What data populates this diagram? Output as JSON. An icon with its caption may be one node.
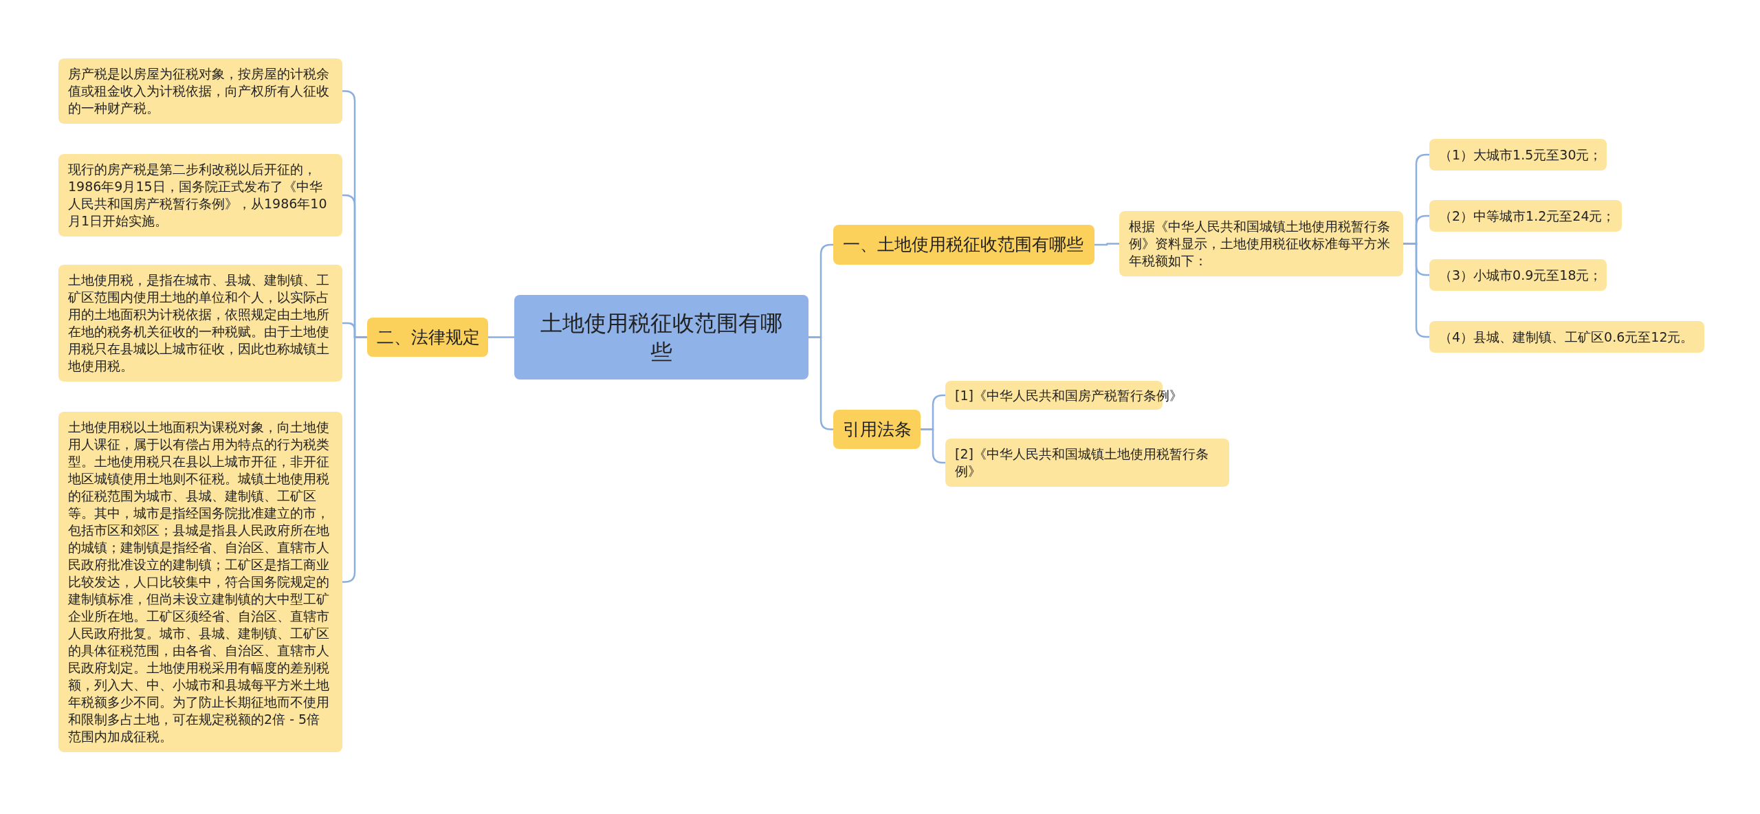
{
  "diagram": {
    "nodes": [
      {
        "text": [
          "土地使用税征收范围有哪些"
        ]
      },
      {
        "text": [
          "二、法律规定"
        ]
      },
      {
        "text": [
          "房产税是以房屋为征税对象，按房屋的计税余值或租金收入为计税依据，向产权所有人征收的一种财产税。"
        ]
      },
      {
        "text": [
          "现行的房产税是第二步利改税以后开征的，1986年9月15日，国务院正式发布了《中华人民共和国房产税暂行条例》，从1986年10月1日开始实施。"
        ]
      },
      {
        "text": [
          "土地使用税，是指在城市、县城、建制镇、工矿区范围内使用土地的单位和个人，以实际占用的土地面积为计税依据，依照规定由土地所在地的税务机关征收的一种税赋。由于土地使用税只在县城以上城市征收，因此也称城镇土地使用税。"
        ]
      },
      {
        "text": [
          "土地使用税以土地面积为课税对象，向土地使用人课征，属于以有偿占用为特点的行为税类型。土地使用税只在县以上城市开征，非开征地区城镇使用土地则不征税。城镇土地使用税的征税范围为城市、县城、建制镇、工矿区等。其中，城市是指经国务院批准建立的市，包括市区和郊区；县城是指县人民政府所在地的城镇；建制镇是指经省、自治区、直辖市人民政府批准设立的建制镇；工矿区是指工商业比较发达，人口比较集中，符合国务院规定的建制镇标准，但尚未设立建制镇的大中型工矿企业所在地。工矿区须经省、自治区、直辖市人民政府批复。城市、县城、建制镇、工矿区的具体征税范围，由各省、自治区、直辖市人民政府划定。土地使用税采用有幅度的差别税额，列入大、中、小城市和县城每平方米土地年税额多少不同。为了防止长期征地而不使用和限制多占土地，可在规定税额的2倍 - 5倍范围内加成征税。"
        ]
      },
      {
        "text": [
          "一、土地使用税征收范围有哪些"
        ]
      },
      {
        "text": [
          "根据《中华人民共和国城镇土地使用税暂行条例》资料显示，土地使用税征收标准每平方米年税额如下："
        ]
      },
      {
        "text": [
          "（1）大城市1.5元至30元；"
        ]
      },
      {
        "text": [
          "（2）中等城市1.2元至24元；"
        ]
      },
      {
        "text": [
          "（3）小城市0.9元至18元；"
        ]
      },
      {
        "text": [
          "（4）县城、建制镇、工矿区0.6元至12元。"
        ]
      },
      {
        "text": [
          "引用法条"
        ]
      },
      {
        "text": [
          "[1]《中华人民共和国房产税暂行条例》"
        ]
      },
      {
        "text": [
          "[2]《中华人民共和国城镇土地使用税暂行条例》"
        ]
      }
    ],
    "edges": [
      {
        "from": 0,
        "to": 1,
        "arrow": "none"
      },
      {
        "from": 1,
        "to": 2,
        "arrow": "none"
      },
      {
        "from": 1,
        "to": 3,
        "arrow": "none"
      },
      {
        "from": 1,
        "to": 4,
        "arrow": "none"
      },
      {
        "from": 1,
        "to": 5,
        "arrow": "none"
      },
      {
        "from": 0,
        "to": 6,
        "arrow": "none"
      },
      {
        "from": 6,
        "to": 7,
        "arrow": "none"
      },
      {
        "from": 7,
        "to": 8,
        "arrow": "none"
      },
      {
        "from": 7,
        "to": 9,
        "arrow": "none"
      },
      {
        "from": 7,
        "to": 10,
        "arrow": "none"
      },
      {
        "from": 7,
        "to": 11,
        "arrow": "none"
      },
      {
        "from": 0,
        "to": 12,
        "arrow": "none"
      },
      {
        "from": 12,
        "to": 13,
        "arrow": "none"
      },
      {
        "from": 12,
        "to": 14,
        "arrow": "none"
      }
    ]
  }
}
